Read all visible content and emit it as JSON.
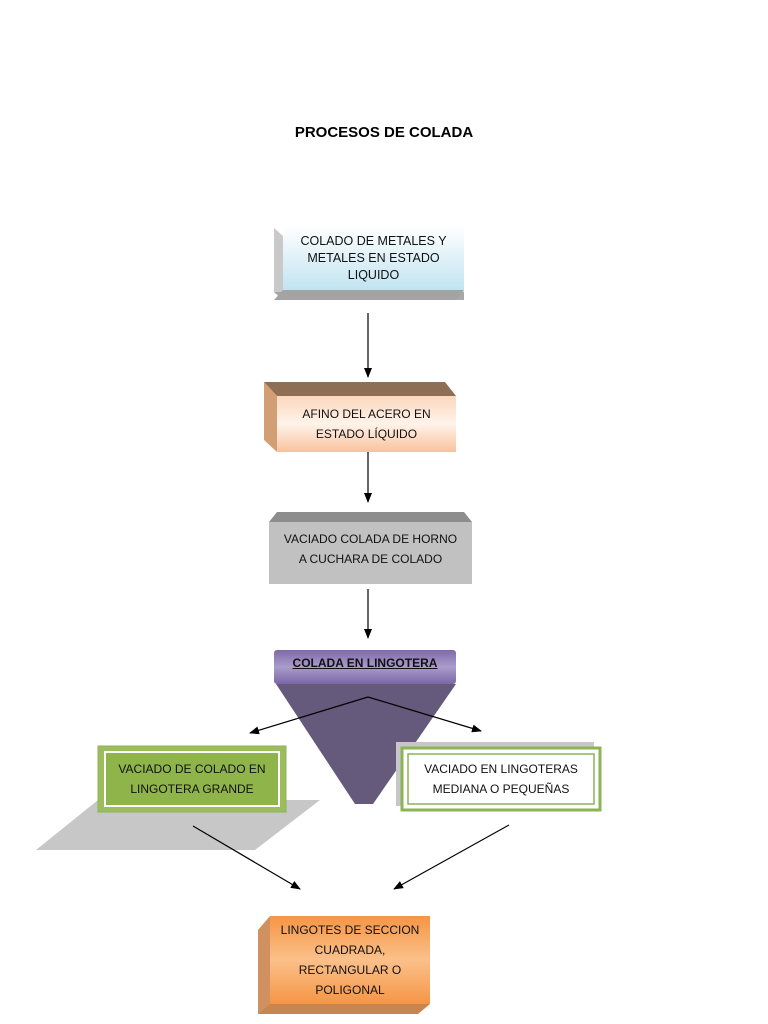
{
  "title": "PROCESOS DE COLADA",
  "nodes": {
    "box1": {
      "lines": [
        "COLADO DE METALES Y",
        "METALES EN ESTADO",
        "LIQUIDO"
      ]
    },
    "box2": {
      "lines": [
        "AFINO DEL ACERO EN",
        "ESTADO LÍQUIDO"
      ]
    },
    "box3": {
      "lines": [
        "VACIADO  COLADA DE HORNO",
        "A CUCHARA DE COLADO"
      ]
    },
    "box4": {
      "label": "COLADA EN LINGOTERA"
    },
    "box5": {
      "lines": [
        "VACIADO DE COLADO EN",
        "LINGOTERA GRANDE"
      ]
    },
    "box6": {
      "lines": [
        "VACIADO EN LINGOTERAS",
        "MEDIANA O PEQUEÑAS"
      ]
    },
    "box7": {
      "lines": [
        "LINGOTES DE SECCION",
        "CUADRADA,",
        "RECTANGULAR O",
        "POLIGONAL"
      ]
    }
  },
  "colors": {
    "light_blue": "#d4ecf4",
    "peach": "#f9c7a0",
    "gray": "#c0c0c0",
    "purple": "#8b79b6",
    "green_border": "#8cb356",
    "green_fill": "#8fb44a",
    "orange": "#f7a45b"
  }
}
